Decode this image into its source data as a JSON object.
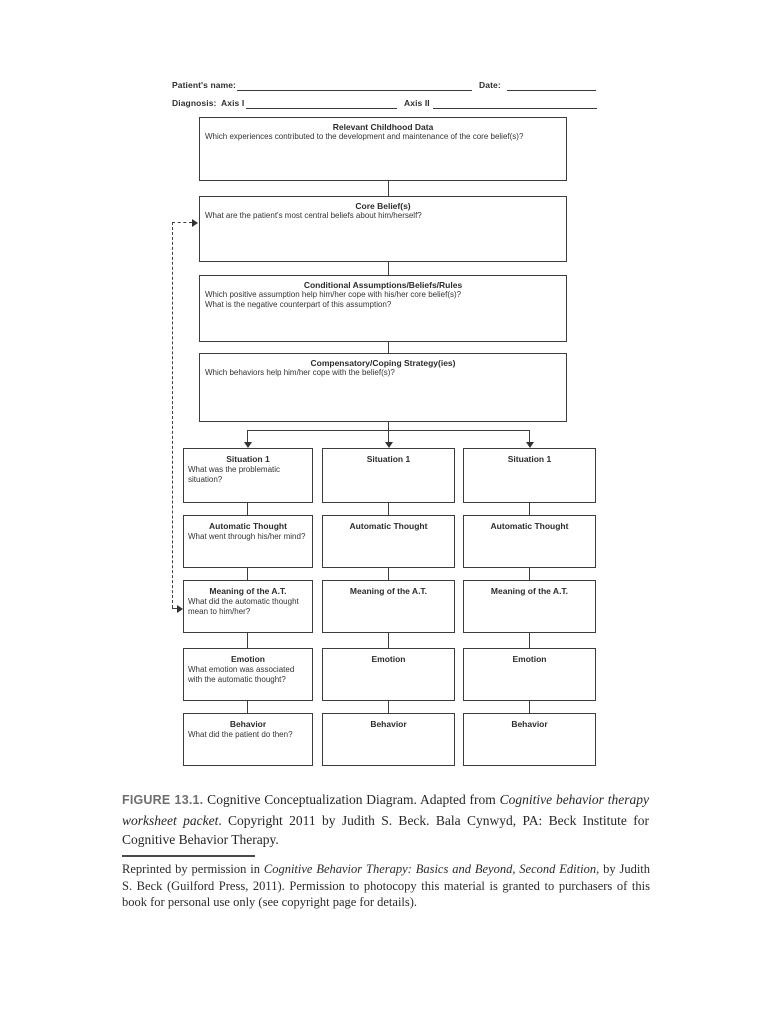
{
  "header": {
    "patient_name_label": "Patient's name:",
    "date_label": "Date:",
    "diagnosis_label": "Diagnosis:",
    "axis1_label": "Axis I",
    "axis2_label": "Axis II"
  },
  "boxes": {
    "childhood": {
      "title": "Relevant Childhood Data",
      "q1": "Which experiences contributed to the development and maintenance of the core belief(s)?"
    },
    "core": {
      "title": "Core Belief(s)",
      "q1": "What are the patient's most central beliefs about him/herself?"
    },
    "conditional": {
      "title": "Conditional Assumptions/Beliefs/Rules",
      "q1": "Which positive assumption help him/her cope with his/her core belief(s)?",
      "q2": "What is the negative counterpart of this assumption?"
    },
    "compensatory": {
      "title": "Compensatory/Coping Strategy(ies)",
      "q1": "Which behaviors help him/her cope with the belief(s)?"
    }
  },
  "grid": {
    "rows": [
      {
        "title": "Situation 1",
        "q": "What was the problematic situation?"
      },
      {
        "title": "Automatic Thought",
        "q": "What went through his/her mind?"
      },
      {
        "title": "Meaning of the A.T.",
        "q": "What did the automatic thought mean to him/her?"
      },
      {
        "title": "Emotion",
        "q": "What emotion was associated with the automatic thought?"
      },
      {
        "title": "Behavior",
        "q": "What did the patient do then?"
      }
    ]
  },
  "caption": {
    "figure_label": "FIGURE 13.1.",
    "text_1": "  Cognitive Conceptualization Diagram. Adapted from ",
    "italic_1": "Cognitive behavior therapy worksheet packet",
    "text_2": ". Copyright 2011 by Judith S. Beck. Bala Cynwyd, PA: Beck Institute for Cognitive Behavior Therapy."
  },
  "footnote": {
    "text_1": "Reprinted by permission in ",
    "italic_1": "Cognitive Behavior Therapy: Basics and Beyond, Second Edition",
    "text_2": ", by Judith S. Beck (Guilford Press, 2011). Permission to photocopy this material is granted to purchasers of this book for personal use only (see copyright page for details)."
  }
}
